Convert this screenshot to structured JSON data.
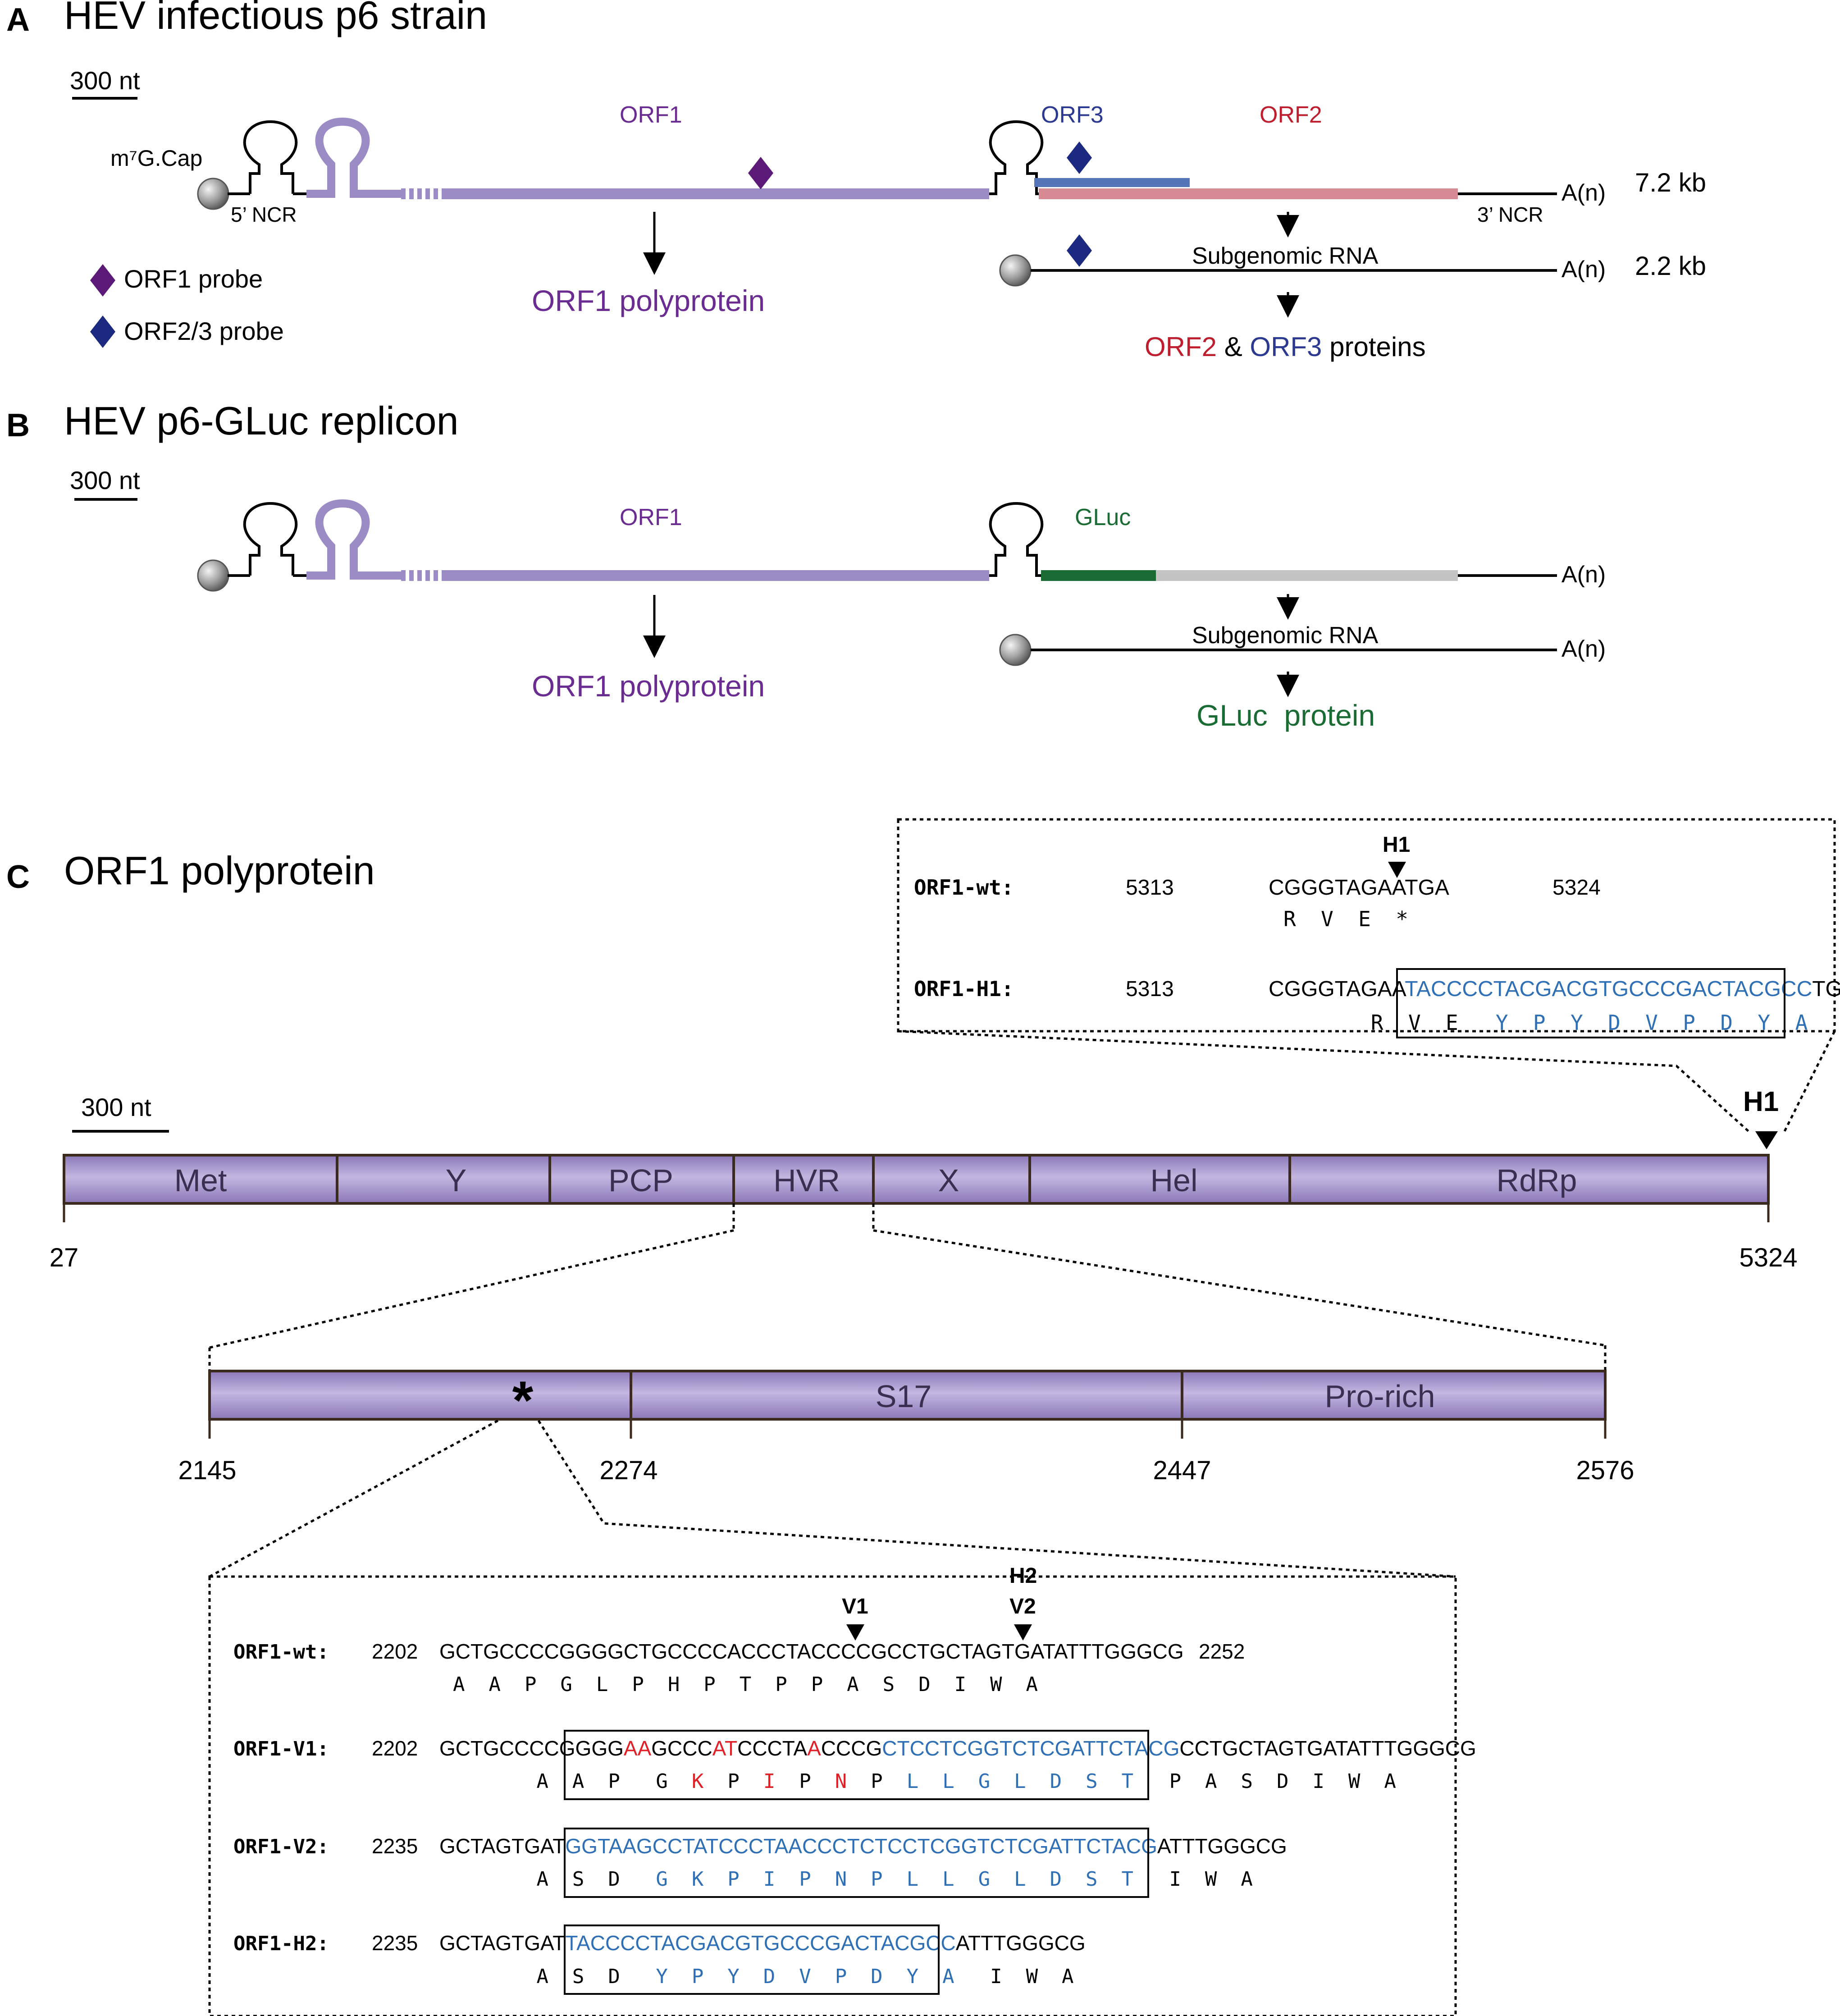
{
  "panelA": {
    "letter": "A",
    "title": "HEV infectious p6 strain",
    "scale": "300 nt",
    "cap": "m⁷G.Cap",
    "ncr5": "5’ NCR",
    "ncr3": "3’ NCR",
    "orf1": "ORF1",
    "orf3": "ORF3",
    "orf2": "ORF2",
    "polyA": "A(n)",
    "size_genomic": "7.2 kb",
    "size_subgenomic": "2.2 kb",
    "subgenomic": "Subgenomic RNA",
    "orf1_product": "ORF1 polyprotein",
    "orf2_product": "ORF2",
    "amp": "&",
    "orf3_product": "ORF3",
    "proteins": "proteins",
    "legend_orf1": "ORF1 probe",
    "legend_orf23": "ORF2/3 probe"
  },
  "panelB": {
    "letter": "B",
    "title": "HEV p6-GLuc replicon",
    "scale": "300 nt",
    "orf1": "ORF1",
    "gluc": "GLuc",
    "polyA": "A(n)",
    "subgenomic": "Subgenomic RNA",
    "orf1_product": "ORF1 polyprotein",
    "gluc_product": "GLuc  protein"
  },
  "panelC": {
    "letter": "C",
    "title": "ORF1 polyprotein",
    "scale": "300 nt",
    "domains": [
      "Met",
      "Y",
      "PCP",
      "HVR",
      "X",
      "Hel",
      "RdRp"
    ],
    "start": "27",
    "end": "5324",
    "h1": "H1",
    "hvr_start": "2145",
    "hvr_b1": "2274",
    "hvr_b2": "2447",
    "hvr_end": "2576",
    "hvr_domains": [
      "S17",
      "Pro-rich"
    ],
    "asterisk": "*",
    "top_box": {
      "marker": "H1",
      "wt_label": "ORF1-wt:",
      "wt_start": "5313",
      "wt_seq": "CGGGTAGAATGA",
      "wt_end": "5324",
      "wt_aa": "R  V  E  *",
      "h1_label": "ORF1-H1:",
      "h1_start": "5313",
      "h1_pre": "CGGGTAGAA",
      "h1_ins": "TACCCCTACGACGTGCCCGACTACGCC",
      "h1_post": "TGA",
      "h1_aa_pre": "R  V  E",
      "h1_aa_ins": "Y  P  Y  D  V  P  D  Y  A",
      "h1_aa_post": "*"
    },
    "bottom_box": {
      "marker_v1": "V1",
      "marker_h2": "H2",
      "marker_v2": "V2",
      "wt_label": "ORF1-wt:",
      "wt_start": "2202",
      "wt_seq": "GCTGCCCCGGGGCTGCCCCACCCTACCCCGCCTGCTAGTGATATTTGGGCG",
      "wt_end": "2252",
      "wt_aa": "A  A  P  G  L  P  H  P  T  P  P  A  S  D  I  W  A",
      "v1_label": "ORF1-V1:",
      "v1_start": "2202",
      "v1_seq_1": "GCTGCCCCG",
      "v1_seq_2": "GGG",
      "v1_seq_3": "AA",
      "v1_seq_4": "GCCC",
      "v1_seq_5": "AT",
      "v1_seq_6": "CCCTA",
      "v1_seq_7": "A",
      "v1_seq_8": "CCCG",
      "v1_seq_9": "CTCCTCGGTCTCGATTCTACG",
      "v1_seq_10": "CCTGCTAGTGATATTTGGGCG",
      "v1_aa_1": "A  A  P",
      "v1_aa_2": "G",
      "v1_aa_3": "K",
      "v1_aa_4": "P",
      "v1_aa_5": "I",
      "v1_aa_6": "P",
      "v1_aa_7": "N",
      "v1_aa_8": "P",
      "v1_aa_9": "L  L  G  L  D  S  T",
      "v1_aa_10": "P  A  S  D  I  W  A",
      "v2_label": "ORF1-V2:",
      "v2_start": "2235",
      "v2_pre": "GCTAGTGAT",
      "v2_ins": "GGTAAGCCTATCCCTAACCCTCTCCTCGGTCTCGATTCTACG",
      "v2_post": "ATTTGGGCG",
      "v2_aa_pre": "A  S  D",
      "v2_aa_ins": "G  K  P  I  P  N  P  L  L  G  L  D  S  T",
      "v2_aa_post": "I  W  A",
      "h2_label": "ORF1-H2:",
      "h2_start": "2235",
      "h2_pre": "GCTAGTGAT",
      "h2_ins": "TACCCCTACGACGTGCCCGACTACGCC",
      "h2_post": "ATTTGGGCG",
      "h2_aa_pre": "A  S  D",
      "h2_aa_ins": "Y  P  Y  D  V  P  D  Y  A",
      "h2_aa_post": "I  W  A"
    }
  },
  "colors": {
    "orf1": "#6b2c91",
    "orf3": "#2b3990",
    "orf2": "#be1e2d",
    "gluc": "#1b6b35",
    "insert": "#2e6fb5",
    "mutation": "#e01f26",
    "domain_fill": "#a596c8",
    "probe_orf1": "#5b1a78",
    "probe_orf23": "#1b2a80"
  }
}
